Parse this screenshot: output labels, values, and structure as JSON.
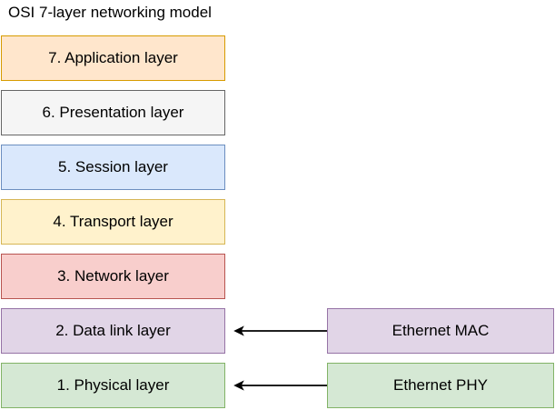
{
  "title": "OSI 7-layer networking model",
  "arrow_color": "#000000",
  "layers": [
    {
      "label": "7. Application layer",
      "fill": "#FFE6CC",
      "stroke": "#D79B00"
    },
    {
      "label": "6. Presentation layer",
      "fill": "#F5F5F5",
      "stroke": "#666666"
    },
    {
      "label": "5. Session layer",
      "fill": "#DAE8FC",
      "stroke": "#6C8EBF"
    },
    {
      "label": "4. Transport layer",
      "fill": "#FFF2CC",
      "stroke": "#D6B656"
    },
    {
      "label": "3. Network layer",
      "fill": "#F8CECC",
      "stroke": "#B85450"
    },
    {
      "label": "2. Data link layer",
      "fill": "#E1D5E7",
      "stroke": "#9673A6"
    },
    {
      "label": "1. Physical layer",
      "fill": "#D5E8D4",
      "stroke": "#82B366"
    }
  ],
  "side_boxes": [
    {
      "label": "Ethernet MAC",
      "fill": "#E1D5E7",
      "stroke": "#9673A6",
      "connects_to": "2. Data link layer"
    },
    {
      "label": "Ethernet PHY",
      "fill": "#D5E8D4",
      "stroke": "#82B366",
      "connects_to": "1. Physical layer"
    }
  ]
}
